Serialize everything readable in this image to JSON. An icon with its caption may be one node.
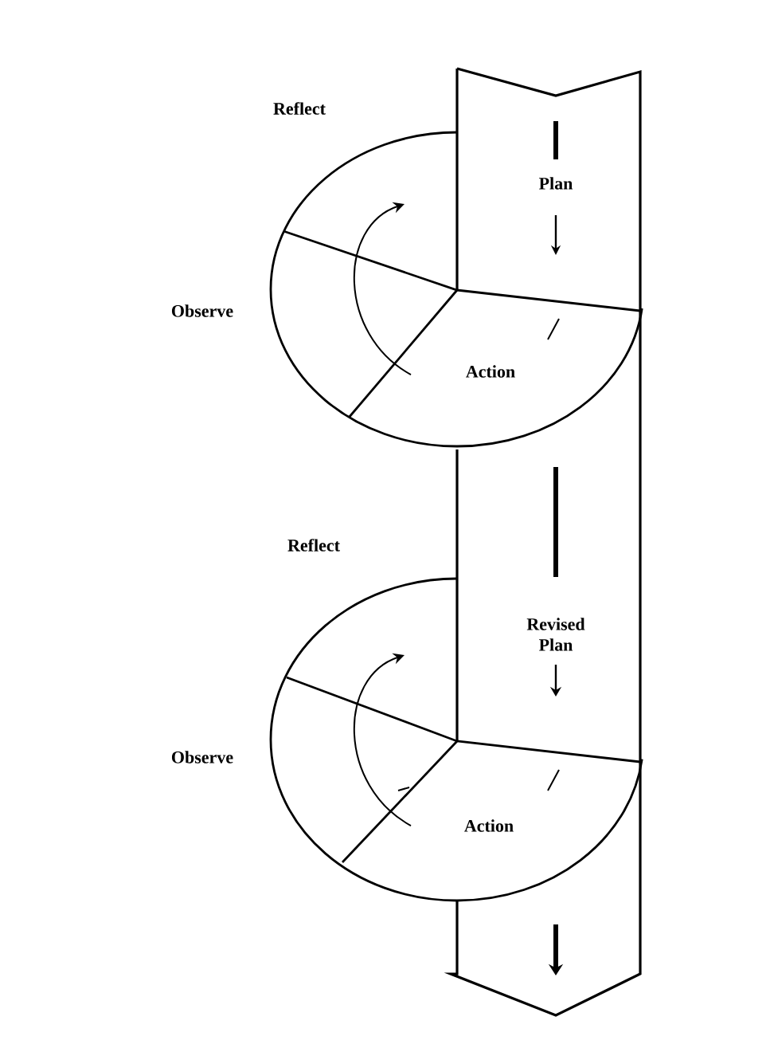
{
  "diagram": {
    "labels": [
      "Reflect",
      "Plan",
      "Observe",
      "Action",
      "Reflect",
      "Revised Plan",
      "Observe",
      "Action"
    ]
  }
}
